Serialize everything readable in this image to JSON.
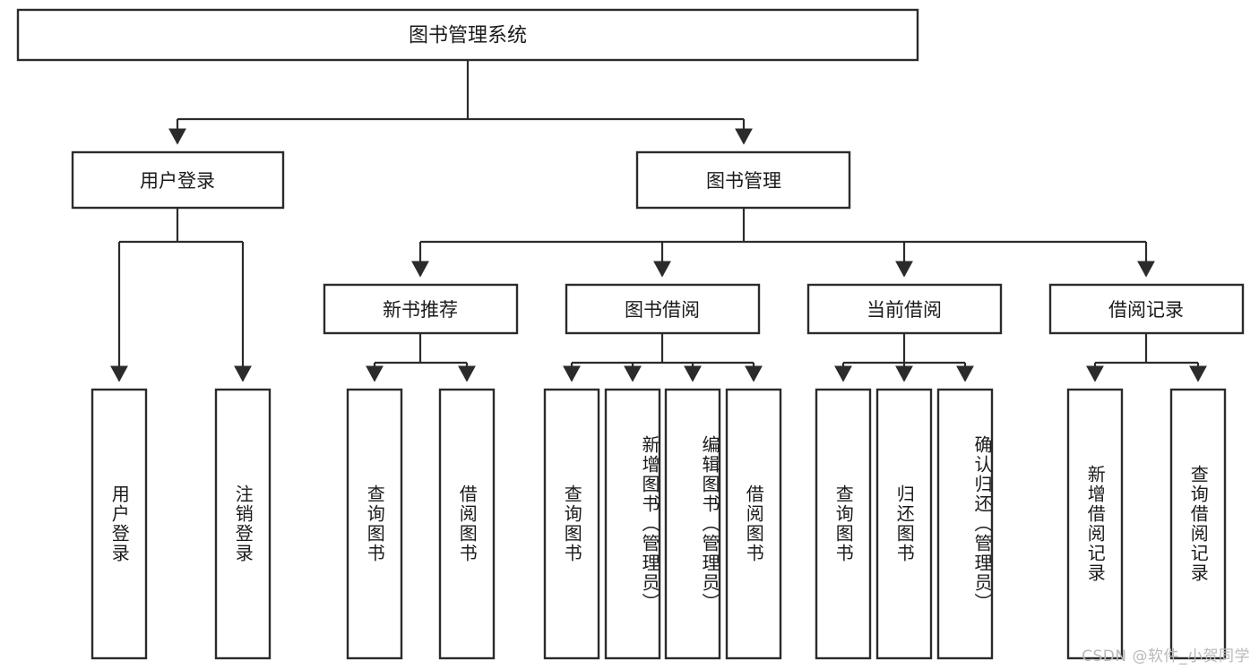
{
  "diagram": {
    "title": "图书管理系统",
    "type": "tree-hierarchy",
    "root": {
      "label": "图书管理系统"
    },
    "level2": [
      {
        "id": "user-login",
        "label": "用户登录"
      },
      {
        "id": "book-manage",
        "label": "图书管理"
      }
    ],
    "level3": [
      {
        "id": "new-book-recommend",
        "label": "新书推荐",
        "parent": "book-manage"
      },
      {
        "id": "book-borrow",
        "label": "图书借阅",
        "parent": "book-manage"
      },
      {
        "id": "current-borrow",
        "label": "当前借阅",
        "parent": "book-manage"
      },
      {
        "id": "borrow-record",
        "label": "借阅记录",
        "parent": "book-manage"
      }
    ],
    "leaves": [
      {
        "id": "leaf-user-login",
        "label": "用户登录",
        "parent": "user-login"
      },
      {
        "id": "leaf-logout-login",
        "label": "注销登录",
        "parent": "user-login"
      },
      {
        "id": "leaf-query-book-1",
        "label": "查询图书",
        "parent": "new-book-recommend"
      },
      {
        "id": "leaf-borrow-book-1",
        "label": "借阅图书",
        "parent": "new-book-recommend"
      },
      {
        "id": "leaf-query-book-2",
        "label": "查询图书",
        "parent": "book-borrow"
      },
      {
        "id": "leaf-add-book",
        "label": "新增图书（管理员）",
        "parent": "book-borrow"
      },
      {
        "id": "leaf-edit-book",
        "label": "编辑图书（管理员）",
        "parent": "book-borrow"
      },
      {
        "id": "leaf-borrow-book-2",
        "label": "借阅图书",
        "parent": "book-borrow"
      },
      {
        "id": "leaf-query-book-3",
        "label": "查询图书",
        "parent": "current-borrow"
      },
      {
        "id": "leaf-return-book",
        "label": "归还图书",
        "parent": "current-borrow"
      },
      {
        "id": "leaf-confirm-return",
        "label": "确认归还（管理员）",
        "parent": "current-borrow"
      },
      {
        "id": "leaf-add-record",
        "label": "新增借阅记录",
        "parent": "borrow-record"
      },
      {
        "id": "leaf-query-record",
        "label": "查询借阅记录",
        "parent": "borrow-record"
      }
    ],
    "colors": {
      "box_stroke": "#2b2b2b",
      "box_fill": "#ffffff",
      "connector": "#2b2b2b",
      "text": "#1a1a1a",
      "background": "#ffffff",
      "watermark": "#b9b9b9"
    }
  },
  "watermark": {
    "text": "CSDN @软件_小贺同学"
  }
}
